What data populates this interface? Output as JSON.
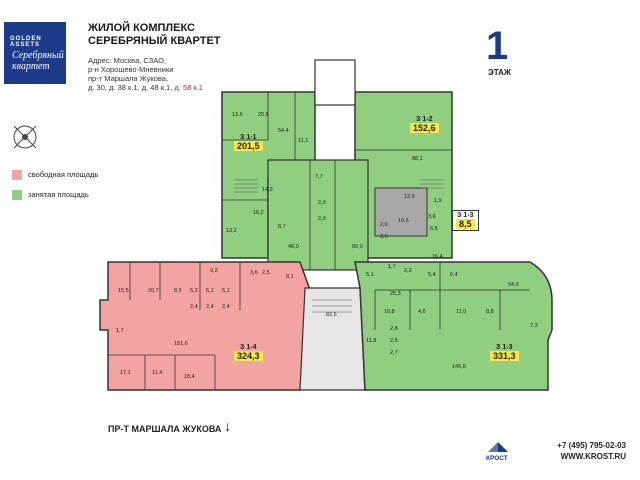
{
  "logo": {
    "brand": "GOLDEN ASSETS",
    "script_line1": "Серебряный",
    "script_line2": "квартет"
  },
  "title": {
    "line1": "ЖИЛОЙ КОМПЛЕКС",
    "line2": "СЕРЕБРЯНЫЙ КВАРТЕТ"
  },
  "address": {
    "line1": "Адрес: Москва, СЗАО,",
    "line2": "р-н Хорошево-Мневники",
    "line3": "пр-т Маршала Жукова,",
    "line4_main": "д. 30, д. 38 к.1, д. 48 к.1,",
    "line4_highlight": "д. 58 к.1"
  },
  "floor": {
    "number": "1",
    "label": "ЭТАЖ"
  },
  "legend": [
    {
      "label": "свободная площадь",
      "color": "#f4a3a3"
    },
    {
      "label": "занятая площадь",
      "color": "#8fcf7f"
    }
  ],
  "colors": {
    "free": "#f4a3a3",
    "occupied": "#8fcf7f",
    "gray": "#a8a8a8",
    "highlight": "#f6e84a",
    "brand": "#1e3a8a"
  },
  "units": [
    {
      "id": "З 1-1",
      "area": "201,5"
    },
    {
      "id": "З 1-2",
      "area": "152,6"
    },
    {
      "id": "З 1-3",
      "area": "8,5"
    },
    {
      "id": "З 1-4",
      "area": "324,3"
    },
    {
      "id": "З 1-3",
      "area": "331,3"
    }
  ],
  "rooms": [
    "13,6",
    "20,6",
    "54,4",
    "11,1",
    "88,1",
    "14,9",
    "7,7",
    "16,2",
    "8,7",
    "13,2",
    "2,0",
    "2,0",
    "48,0",
    "60,0",
    "12,9",
    "1,9",
    "19,6",
    "3,6",
    "6,5",
    "2,0",
    "2,5",
    "16,4",
    "15,5",
    "20,7",
    "9,2",
    "8,5",
    "5,2",
    "5,1",
    "5,1",
    "3,6",
    "2,5",
    "8,1",
    "5,1",
    "1,7",
    "2,2",
    "5,4",
    "6,4",
    "54,3",
    "2,4",
    "2,4",
    "2,4",
    "25,3",
    "10,8",
    "4,6",
    "11,0",
    "8,8",
    "7,3",
    "82,5",
    "181,6",
    "1,7",
    "17,1",
    "11,4",
    "18,4",
    "11,8",
    "2,8",
    "2,5",
    "2,7",
    "145,6"
  ],
  "street": "ПР-Т МАРШАЛА ЖУКОВА",
  "krost": "КРОСТ",
  "contacts": {
    "phone": "+7 (495) 795-02-03",
    "site": "WWW.KROST.RU"
  }
}
